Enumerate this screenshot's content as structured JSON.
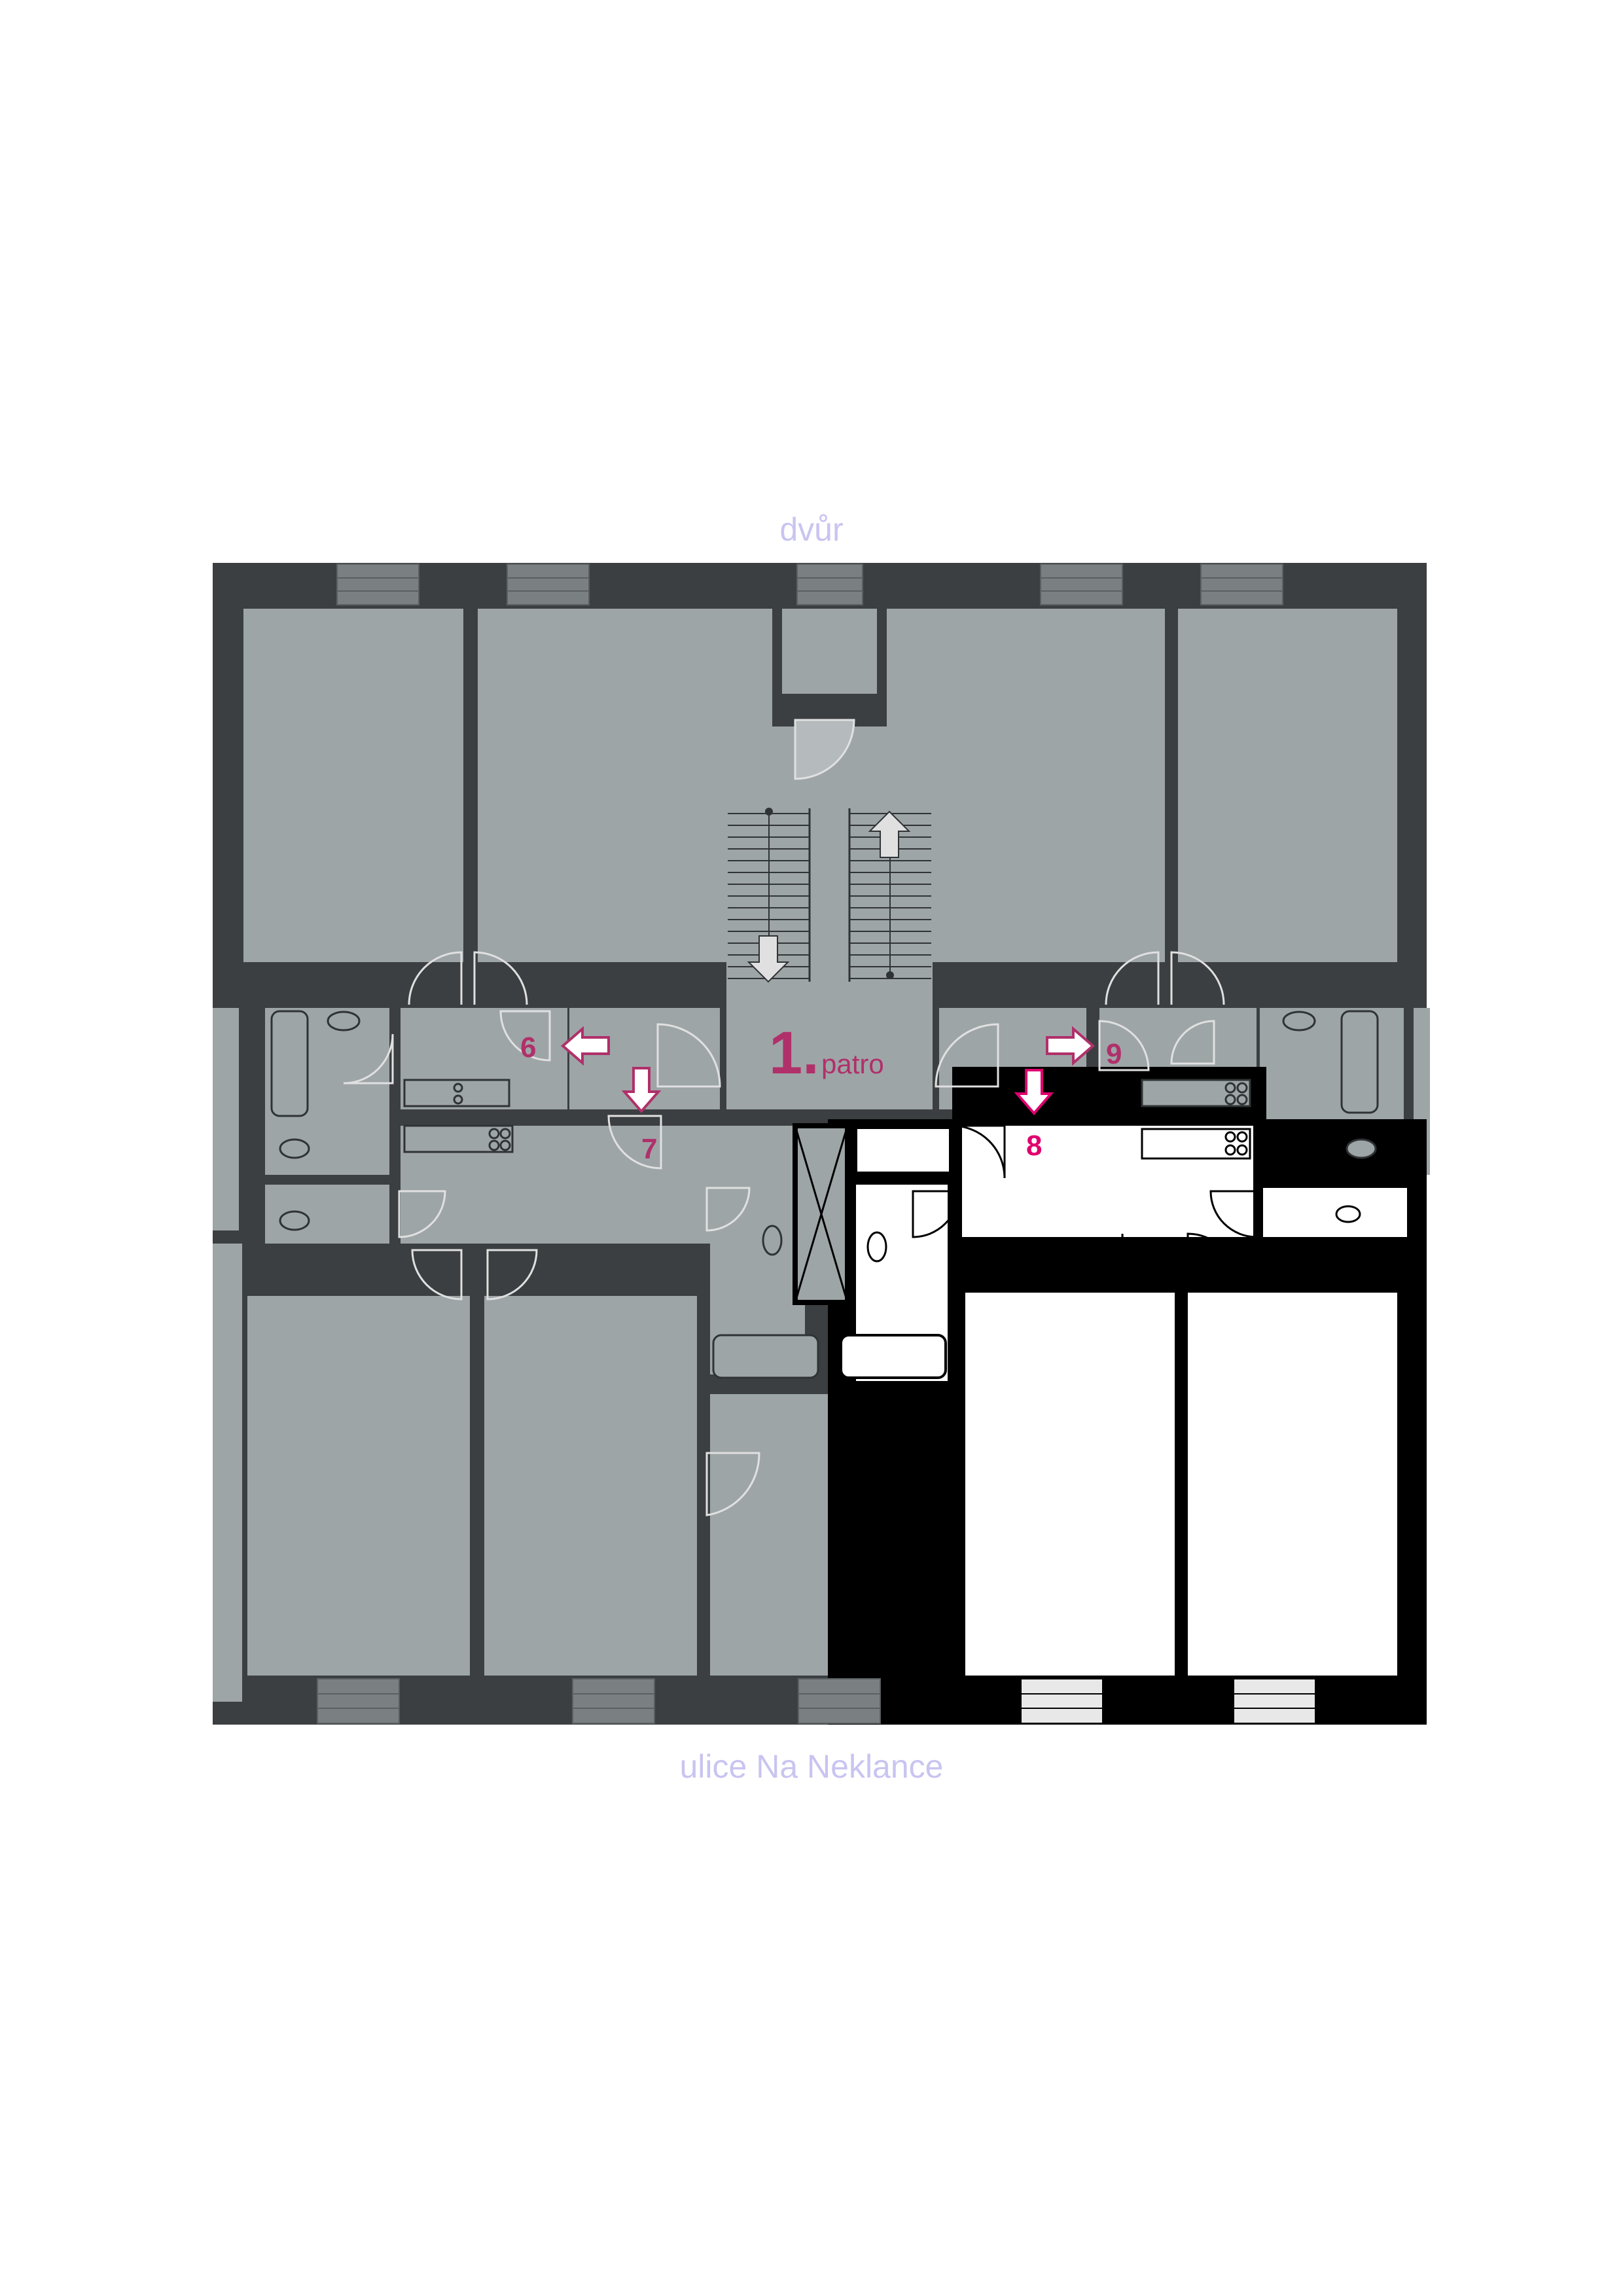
{
  "labels": {
    "top_street": "dvůr",
    "bottom_street": "ulice Na Neklance",
    "floor_number": "1.",
    "floor_word": "patro"
  },
  "units": [
    {
      "id": "6",
      "label": "6",
      "arrow": "left"
    },
    {
      "id": "7",
      "label": "7",
      "arrow": "down"
    },
    {
      "id": "8",
      "label": "8",
      "arrow": "down"
    },
    {
      "id": "9",
      "label": "9",
      "arrow": "right"
    }
  ],
  "colors": {
    "wall": "#3c3f41",
    "room_gray": "#9ea5a7",
    "window": "#7a8082",
    "window_light": "#e8e8e8",
    "highlight_wall": "#000000",
    "highlight_room": "#ffffff",
    "unit_label": "#b0306a",
    "unit8_label": "#e0006e",
    "street_label": "#c9c4f0"
  },
  "highlighted_unit": "8"
}
